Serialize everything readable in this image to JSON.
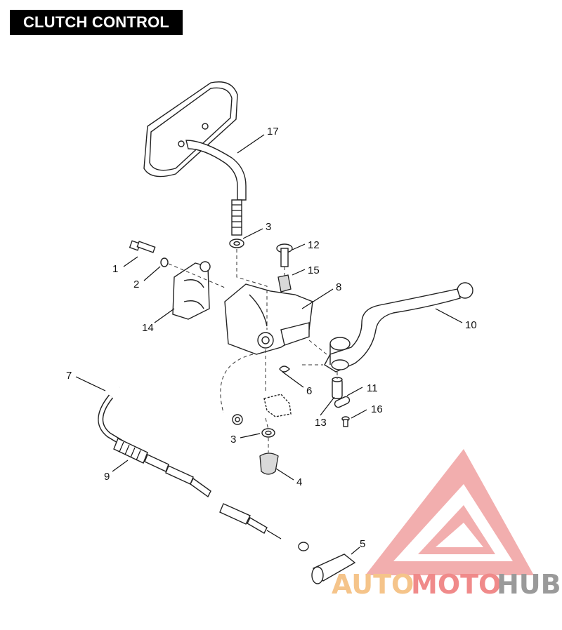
{
  "title": "CLUTCH CONTROL",
  "callouts": [
    "1",
    "2",
    "3",
    "4",
    "5",
    "6",
    "7",
    "8",
    "9",
    "10",
    "11",
    "12",
    "13",
    "14",
    "15",
    "16",
    "17"
  ],
  "watermark": {
    "part1": "AUTO",
    "part2": "MOTO",
    "part3": "HUB",
    "color1": "#f5c48a",
    "color2": "#f08a8a",
    "color3": "#9a9a9a",
    "logo_color": "#f0a0a0"
  }
}
